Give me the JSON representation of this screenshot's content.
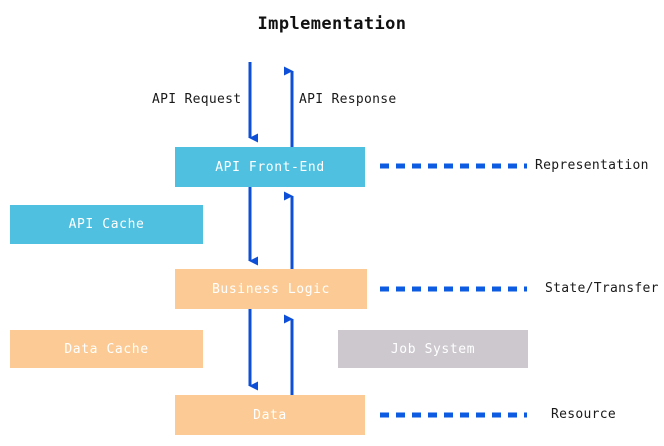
{
  "diagram": {
    "title": "Implementation",
    "colors": {
      "cyan_box": "#4FC0E0",
      "orange_box": "#FCCB95",
      "gray_box": "#CCC8CE",
      "arrow_blue": "#0D4FD6",
      "dash_blue": "#0D5BE0",
      "box_text": "#FFFFFF",
      "label_text": "#1A1A1A",
      "background": "#FFFFFF"
    },
    "boxes": [
      {
        "id": "api-front-end",
        "label": "API Front-End",
        "color": "#4FC0E0"
      },
      {
        "id": "api-cache",
        "label": "API Cache",
        "color": "#4FC0E0"
      },
      {
        "id": "business-logic",
        "label": "Business Logic",
        "color": "#FCCB95"
      },
      {
        "id": "data-cache",
        "label": "Data Cache",
        "color": "#FCCB95"
      },
      {
        "id": "job-system",
        "label": "Job System",
        "color": "#CCC8CE"
      },
      {
        "id": "data",
        "label": "Data",
        "color": "#FCCB95"
      }
    ],
    "flow_labels": {
      "api_request": "API Request",
      "api_response": "API Response"
    },
    "side_labels": [
      {
        "id": "representation",
        "label": "Representation"
      },
      {
        "id": "state-transfer",
        "label": "State/Transfer"
      },
      {
        "id": "resource",
        "label": "Resource"
      }
    ]
  }
}
